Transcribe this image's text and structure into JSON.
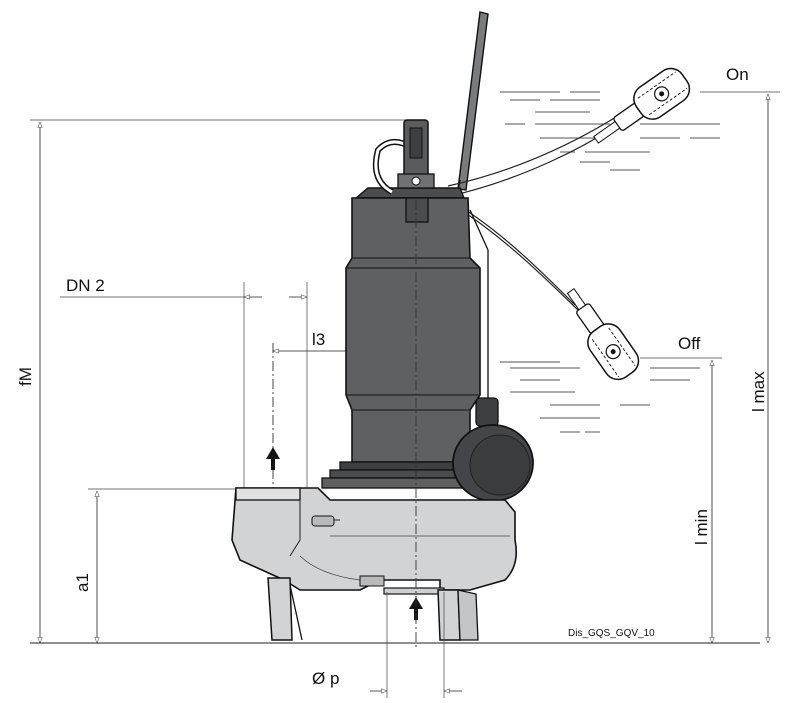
{
  "labels": {
    "fm": "fM",
    "dn2": "DN 2",
    "l3": "l3",
    "on": "On",
    "off": "Off",
    "lmax": "l max",
    "lmin": "l min",
    "a1": "a1",
    "op": "Ø p",
    "code": "Dis_GQS_GQV_10"
  },
  "colors": {
    "pump_body": "#5f6062",
    "pump_dark": "#3e3f41",
    "volute": "#d2d3d4",
    "volute_dark": "#b9babb",
    "float_ball": "#444548",
    "line": "#222222"
  }
}
